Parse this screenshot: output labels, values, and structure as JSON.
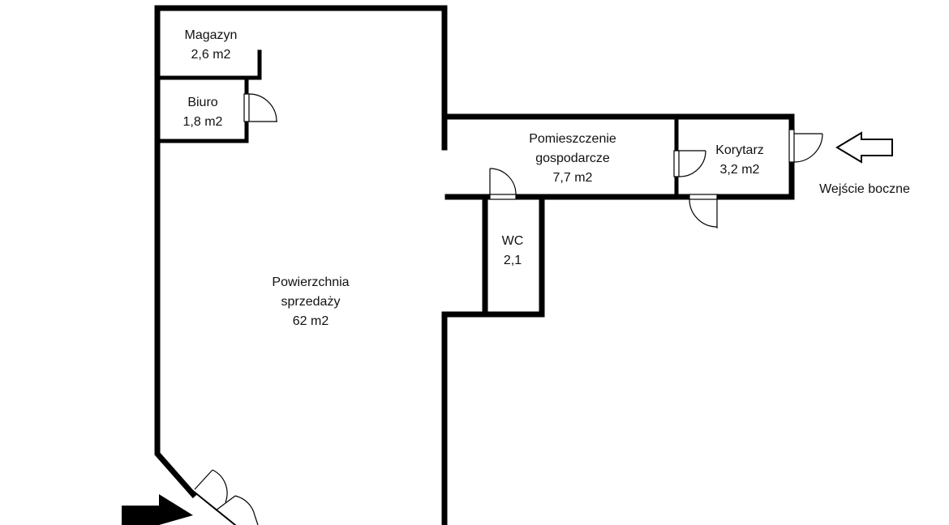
{
  "rooms": {
    "magazyn": {
      "name": "Magazyn",
      "area": "2,6 m2"
    },
    "biuro": {
      "name": "Biuro",
      "area": "1,8 m2"
    },
    "pomieszczenie": {
      "name_line1": "Pomieszczenie",
      "name_line2": "gospodarcze",
      "area": "7,7 m2"
    },
    "korytarz": {
      "name": "Korytarz",
      "area": "3,2 m2"
    },
    "wc": {
      "name": "WC",
      "area": "2,1"
    },
    "sprzedaz": {
      "name_line1": "Powierzchnia",
      "name_line2": "sprzedaży",
      "area": "62 m2"
    }
  },
  "entrances": {
    "side": {
      "label": "Wejście boczne"
    }
  },
  "colors": {
    "wall": "#000000",
    "background": "#ffffff",
    "main_entrance_arrow": "#000000"
  }
}
